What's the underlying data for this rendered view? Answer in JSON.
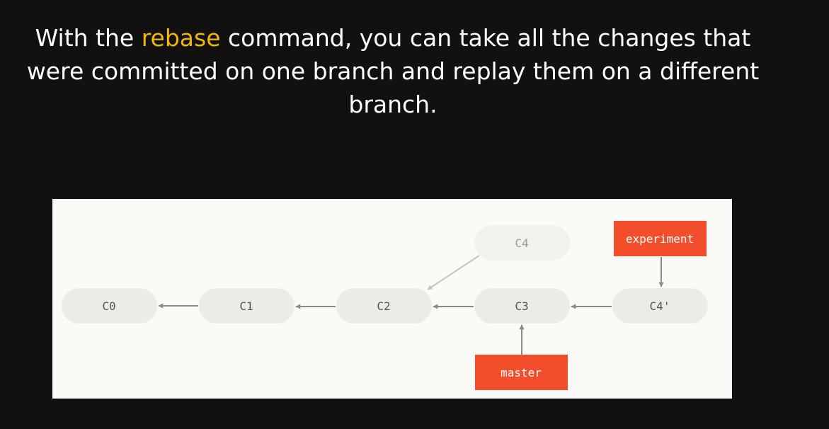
{
  "title": {
    "before": "With the ",
    "highlight": "rebase",
    "after": " command, you can take all the changes that were committed on one branch and replay them on a different branch."
  },
  "diagram": {
    "commits": {
      "c0": "C0",
      "c1": "C1",
      "c2": "C2",
      "c3": "C3",
      "c4": "C4",
      "c4_prime": "C4'"
    },
    "branches": {
      "experiment": "experiment",
      "master": "master"
    }
  },
  "colors": {
    "background": "#111111",
    "highlight": "#f2b705",
    "branch_label": "#f24e2b",
    "commit_node": "#ecebe6",
    "ghost_node": "#f2f1ed",
    "arrow": "#8a8a8a"
  }
}
